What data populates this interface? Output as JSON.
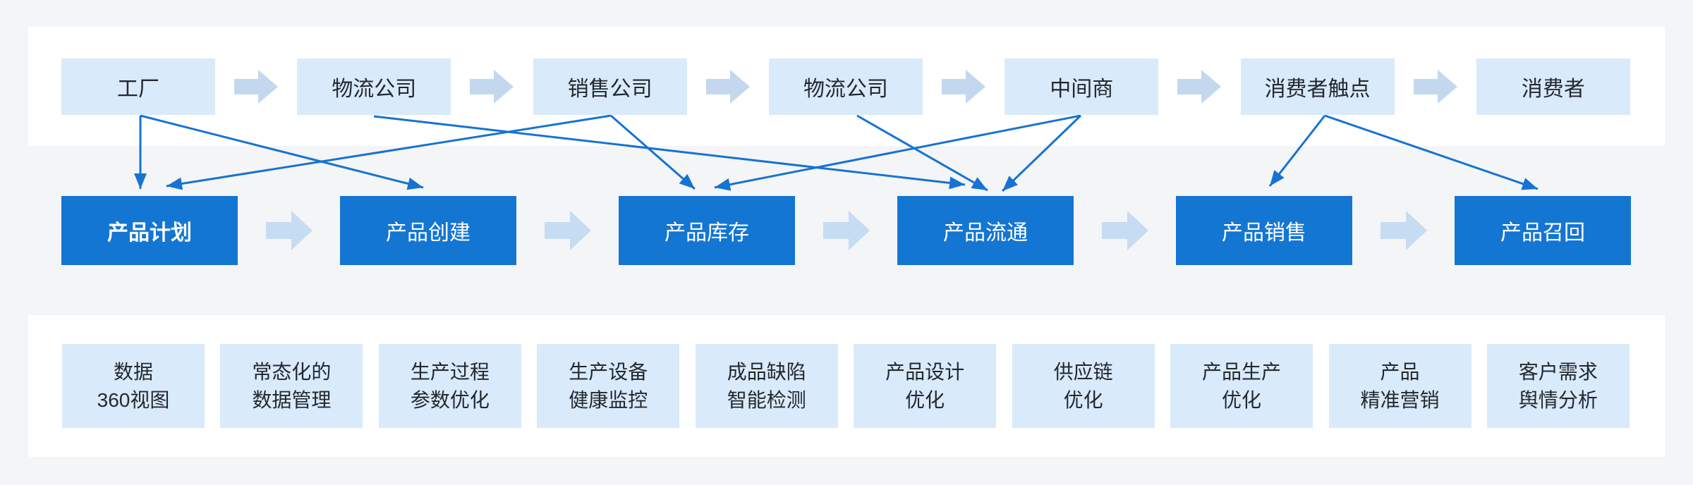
{
  "colors": {
    "page_bg": "#f4f5f6",
    "panel_bg": "#ffffff",
    "light_box_bg": "#d9eafb",
    "dark_box_bg": "#1476d3",
    "dark_box_text": "#ffffff",
    "light_box_text": "#23282f",
    "flow_chevron": "#c3d8ef",
    "flow_chevron_mid": "#c6dcf3",
    "connector_line": "#1673d2"
  },
  "top_row": {
    "items": [
      "工厂",
      "物流公司",
      "销售公司",
      "物流公司",
      "中间商",
      "消费者触点",
      "消费者"
    ]
  },
  "middle_row": {
    "items": [
      "产品计划",
      "产品创建",
      "产品库存",
      "产品流通",
      "产品销售",
      "产品召回"
    ]
  },
  "bottom_row": {
    "items": [
      {
        "line1": "数据",
        "line2": "360视图"
      },
      {
        "line1": "常态化的",
        "line2": "数据管理"
      },
      {
        "line1": "生产过程",
        "line2": "参数优化"
      },
      {
        "line1": "生产设备",
        "line2": "健康监控"
      },
      {
        "line1": "成品缺陷",
        "line2": "智能检测"
      },
      {
        "line1": "产品设计",
        "line2": "优化"
      },
      {
        "line1": "供应链",
        "line2": "优化"
      },
      {
        "line1": "产品生产",
        "line2": "优化"
      },
      {
        "line1": "产品",
        "line2": "精准营销"
      },
      {
        "line1": "客户需求",
        "line2": "舆情分析"
      }
    ]
  },
  "connections": [
    {
      "from": "工厂",
      "to": "产品计划"
    },
    {
      "from": "工厂",
      "to": "产品创建"
    },
    {
      "from": "销售公司",
      "to": "产品计划"
    },
    {
      "from": "销售公司",
      "to": "产品库存"
    },
    {
      "from": "物流公司(1)",
      "to": "产品流通"
    },
    {
      "from": "物流公司(2)",
      "to": "产品流通"
    },
    {
      "from": "中间商",
      "to": "产品库存"
    },
    {
      "from": "中间商",
      "to": "产品流通"
    },
    {
      "from": "消费者触点",
      "to": "产品销售"
    },
    {
      "from": "消费者触点",
      "to": "产品召回"
    }
  ]
}
